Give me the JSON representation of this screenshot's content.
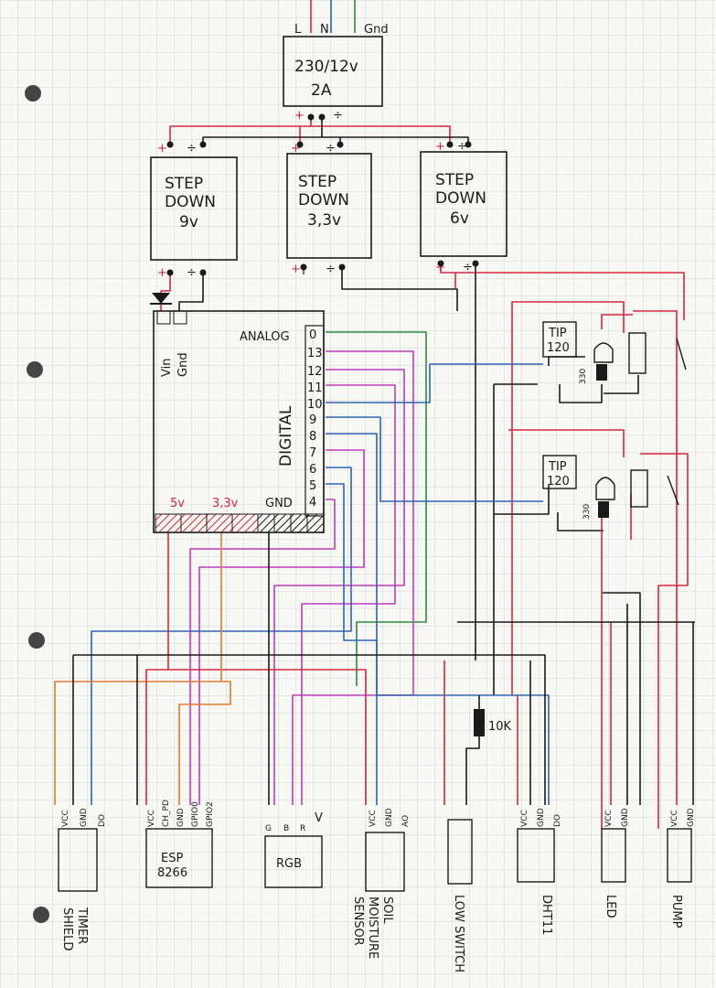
{
  "mains": {
    "labels": [
      "L",
      "N",
      "Gnd"
    ]
  },
  "power_supply": {
    "line1": "230/12v",
    "line2": "2A"
  },
  "terminal_marks": {
    "plus": "+",
    "minus": "÷"
  },
  "step_downs": [
    {
      "line1": "STEP",
      "line2": "DOWN",
      "line3": "9v"
    },
    {
      "line1": "STEP",
      "line2": "DOWN",
      "line3": "3,3v"
    },
    {
      "line1": "STEP",
      "line2": "DOWN",
      "line3": "6v"
    }
  ],
  "arduino": {
    "vin": "Vin",
    "gnd": "Gnd",
    "analog": "ANALOG",
    "digital": "DIGITAL",
    "pins": [
      "0",
      "13",
      "12",
      "11",
      "10",
      "9",
      "8",
      "7",
      "6",
      "5",
      "4"
    ],
    "rail_5v": "5v",
    "rail_33v": "3,3v",
    "rail_gnd": "GND"
  },
  "transistors": [
    {
      "line1": "TIP",
      "line2": "120",
      "resistor": "330"
    },
    {
      "line1": "TIP",
      "line2": "120",
      "resistor": "330"
    }
  ],
  "pullup_resistor": "10K",
  "modules": [
    {
      "pins": [
        "VCC",
        "GND",
        "DO"
      ],
      "name_lines": [
        "TIMER",
        "SHIELD"
      ]
    },
    {
      "pins": [
        "VCC",
        "CH_PD",
        "GND",
        "GPIO0",
        "GPIO2"
      ],
      "name_lines": [
        "ESP",
        "8266"
      ]
    },
    {
      "pins": [
        "G",
        "B",
        "R",
        "V"
      ],
      "name_lines": [
        "RGB"
      ]
    },
    {
      "pins": [
        "VCC",
        "GND",
        "AO"
      ],
      "name_lines": [
        "SOIL",
        "MOISTURE",
        "SENSOR"
      ]
    },
    {
      "pins": [],
      "name_lines": [
        "LOW SWITCH"
      ]
    },
    {
      "pins": [
        "VCC",
        "GND",
        "DO"
      ],
      "name_lines": [
        "DHT11"
      ]
    },
    {
      "pins": [
        "VCC",
        "GND"
      ],
      "name_lines": [
        "LED"
      ]
    },
    {
      "pins": [
        "VCC",
        "GND"
      ],
      "name_lines": [
        "PUMP"
      ]
    }
  ],
  "colors": {
    "paper": "#f7f7f4",
    "grid": "#c9ccd0",
    "ink": "#1a1a1a",
    "red": "#d4283c",
    "blue": "#2f63b8",
    "green": "#2e8b3e",
    "magenta": "#c23bc0",
    "orange": "#e07a2e",
    "purple": "#3a2e8c"
  }
}
